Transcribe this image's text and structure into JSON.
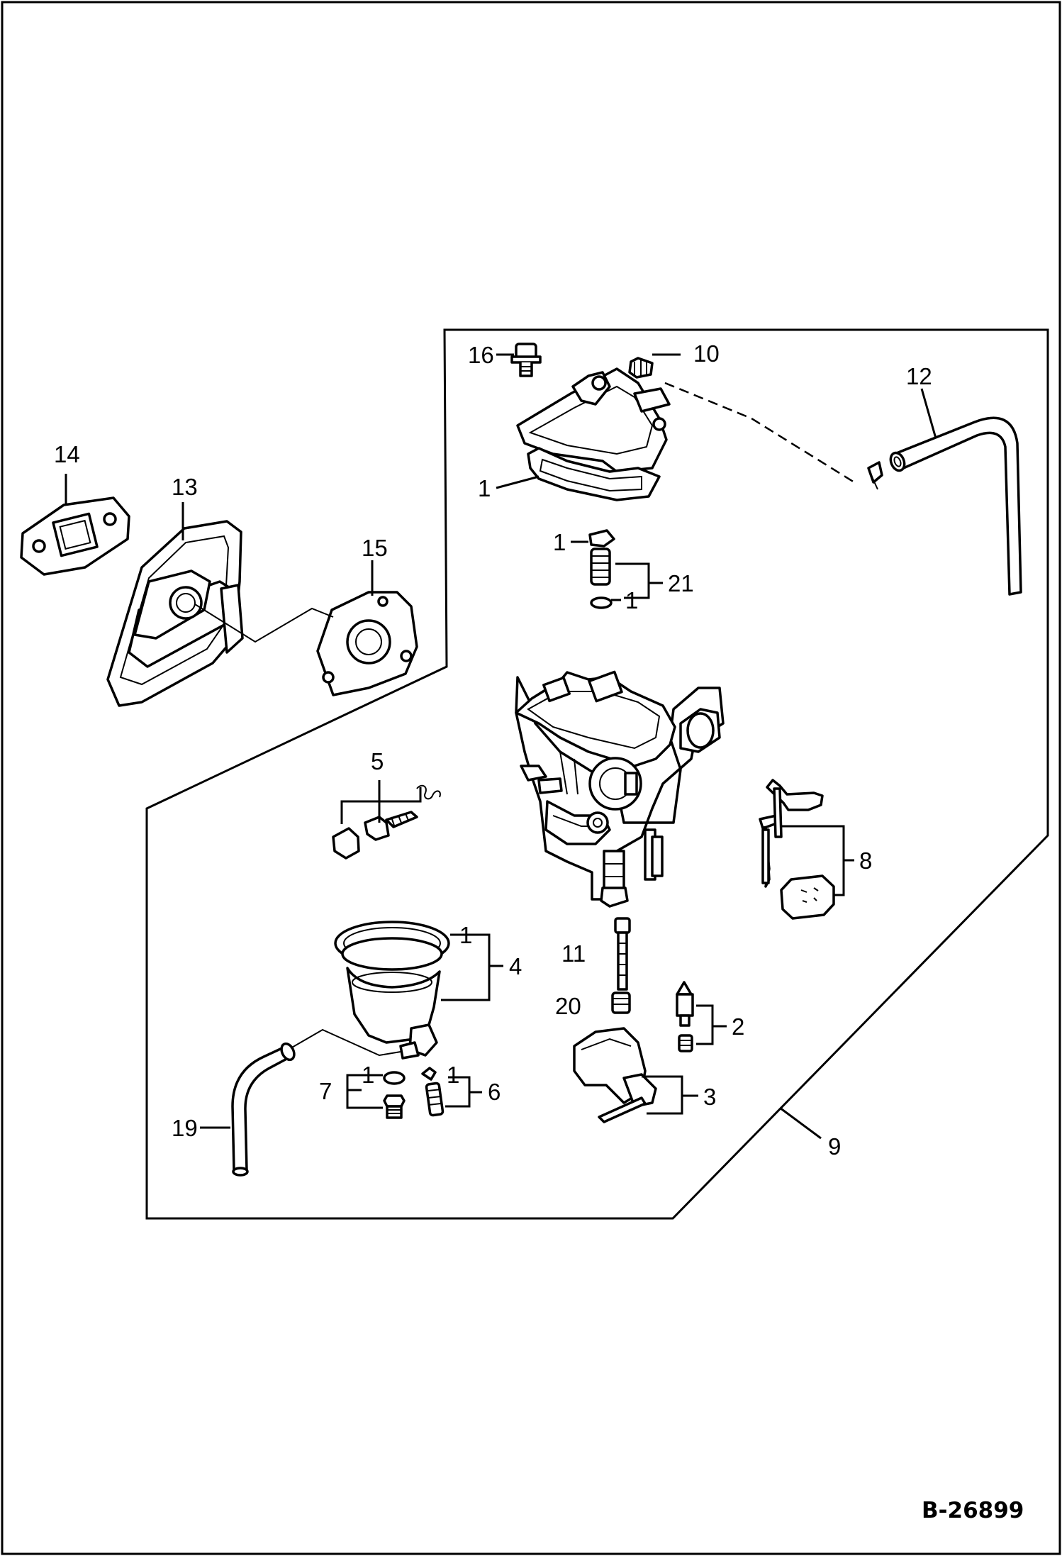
{
  "drawing": {
    "reference": "B-26899"
  },
  "callouts": {
    "c1_top_gasket": "1",
    "c1_screw_top": "1",
    "c1_screw_bottom": "1",
    "c1_bowl_ring": "1",
    "c1_washer_left": "1",
    "c1_washer_right": "1",
    "c2": "2",
    "c3": "3",
    "c4": "4",
    "c5": "5",
    "c6": "6",
    "c7": "7",
    "c8": "8",
    "c9": "9",
    "c10": "10",
    "c11": "11",
    "c12": "12",
    "c13": "13",
    "c14": "14",
    "c15": "15",
    "c16": "16",
    "c19": "19",
    "c20": "20",
    "c21": "21"
  }
}
